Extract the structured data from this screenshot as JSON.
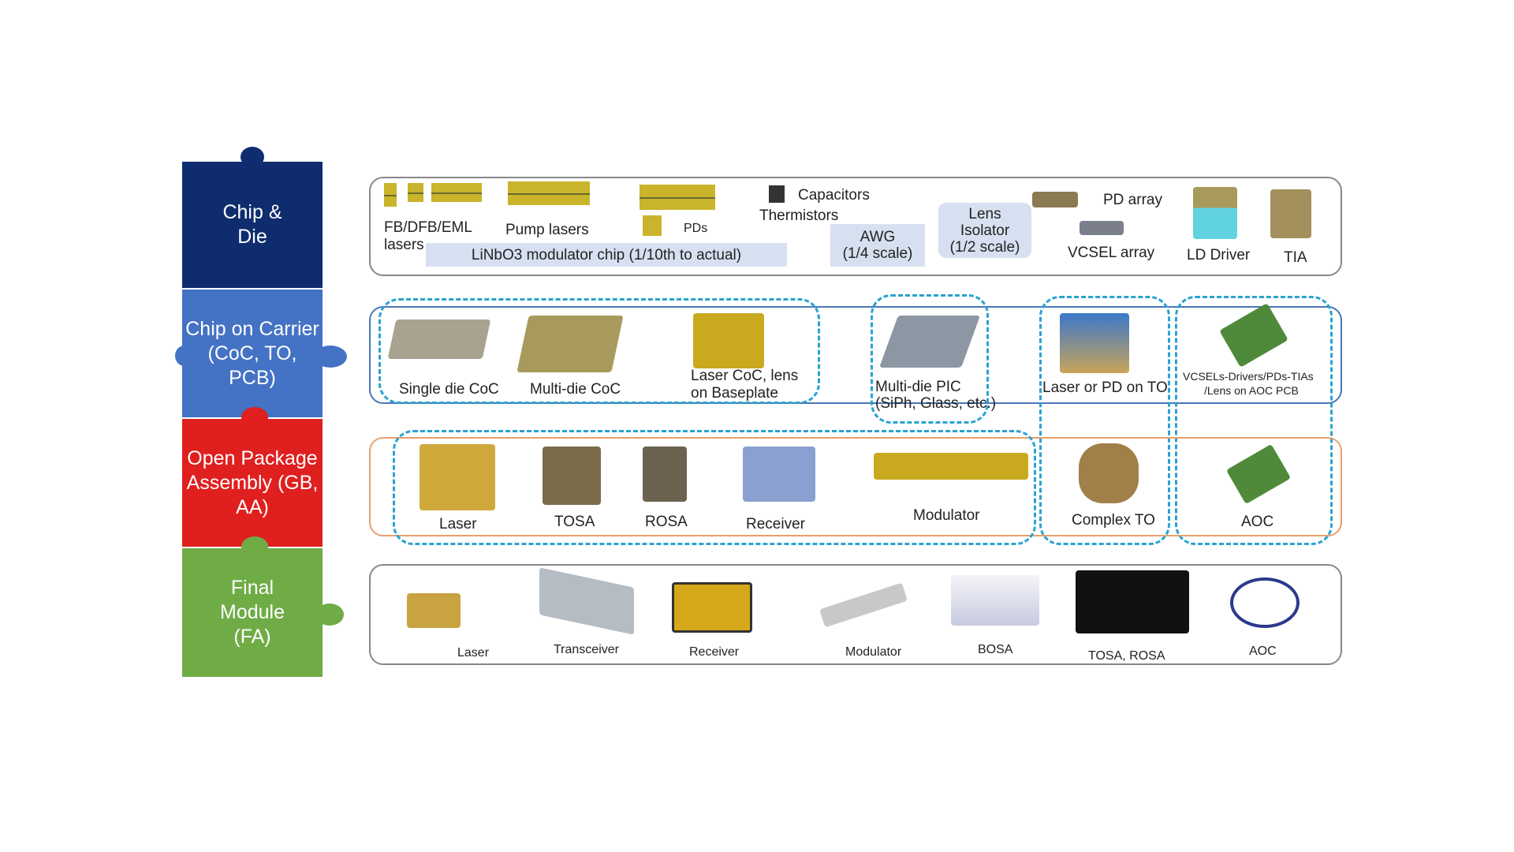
{
  "stages": [
    {
      "label": "Chip & Die",
      "color": "#0f2d6e"
    },
    {
      "label": "Chip on Carrier (CoC, TO, PCB)",
      "color": "#4472c4"
    },
    {
      "label": "Open Package Assembly (GB, AA)",
      "color": "#e01f1f"
    },
    {
      "label": "Final Module (FA)",
      "color": "#6fac46"
    }
  ],
  "row1": {
    "fb_lasers": "FB/DFB/EML",
    "fb_lasers2": "lasers",
    "pump": "Pump lasers",
    "pds": "PDs",
    "capacitors": "Capacitors",
    "thermistors": "Thermistors",
    "linbo3": "LiNbO3 modulator chip (1/10th to actual)",
    "awg": "AWG",
    "awg_scale": "(1/4 scale)",
    "lens": "Lens",
    "isolator": "Isolator",
    "lens_scale": "(1/2 scale)",
    "pd_array": "PD array",
    "vcsel_array": "VCSEL array",
    "ld_driver": "LD Driver",
    "tia": "TIA"
  },
  "row2": {
    "single": "Single die CoC",
    "multi": "Multi-die CoC",
    "laser_coc": "Laser CoC, lens",
    "laser_coc2": "on Baseplate",
    "pic": "Multi-die PIC",
    "pic2": "(SiPh, Glass, etc.)",
    "to": "Laser or PD on TO",
    "aoc": "VCSELs-Drivers/PDs-TIAs",
    "aoc2": "/Lens on AOC PCB"
  },
  "row3": {
    "laser": "Laser",
    "tosa": "TOSA",
    "rosa": "ROSA",
    "receiver": "Receiver",
    "modulator": "Modulator",
    "complex_to": "Complex TO",
    "aoc": "AOC"
  },
  "row4": {
    "laser": "Laser",
    "transceiver": "Transceiver",
    "receiver": "Receiver",
    "modulator": "Modulator",
    "bosa": "BOSA",
    "tosa_rosa": "TOSA, ROSA",
    "aoc": "AOC"
  }
}
